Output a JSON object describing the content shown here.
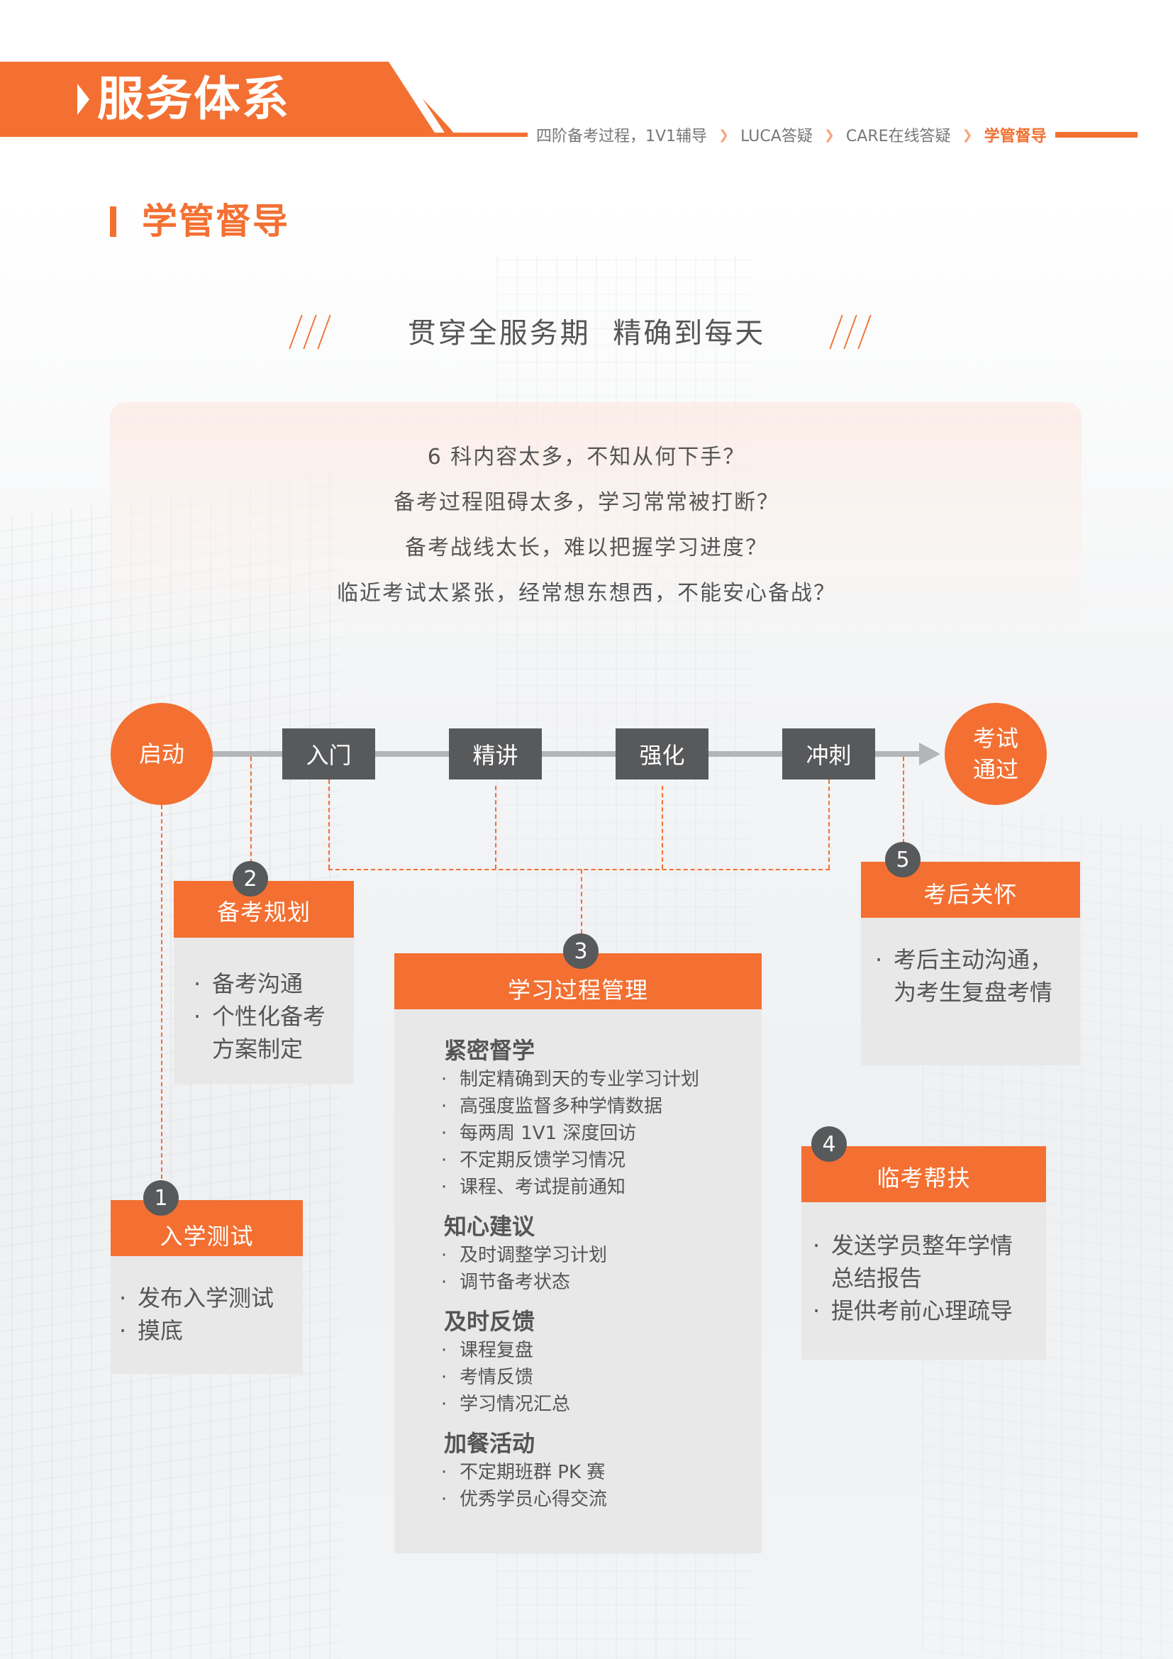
{
  "header": {
    "title": "服务体系",
    "breadcrumb": [
      {
        "label": "四阶备考过程，1V1辅导",
        "active": false
      },
      {
        "label": "LUCA答疑",
        "active": false
      },
      {
        "label": "CARE在线答疑",
        "active": false
      },
      {
        "label": "学管督导",
        "active": true
      }
    ],
    "separator_icon": "chevron-right-icon"
  },
  "section": {
    "title": "学管督导",
    "slogan": "贯穿全服务期  精确到每天"
  },
  "questions": [
    "6 科内容太多，不知从何下手？",
    "备考过程阻碍太多，学习常常被打断？",
    "备考战线太长，难以把握学习进度？",
    "临近考试太紧张，经常想东想西，不能安心备战？"
  ],
  "timeline": {
    "start": "启动",
    "stages": [
      "入门",
      "精讲",
      "强化",
      "冲刺"
    ],
    "end_line1": "考试",
    "end_line2": "通过"
  },
  "cards": {
    "entrance_test": {
      "number": "1",
      "title": "入学测试",
      "items": [
        "发布入学测试",
        "摸底"
      ]
    },
    "exam_planning": {
      "number": "2",
      "title": "备考规划",
      "items": [
        "备考沟通",
        "个性化备考方案制定"
      ]
    },
    "process_management": {
      "number": "3",
      "title": "学习过程管理",
      "groups": [
        {
          "title": "紧密督学",
          "items": [
            "制定精确到天的专业学习计划",
            "高强度监督多种学情数据",
            "每两周 1V1 深度回访",
            "不定期反馈学习情况",
            "课程、考试提前通知"
          ]
        },
        {
          "title": "知心建议",
          "items": [
            "及时调整学习计划",
            "调节备考状态"
          ]
        },
        {
          "title": "及时反馈",
          "items": [
            "课程复盘",
            "考情反馈",
            "学习情况汇总"
          ]
        },
        {
          "title": "加餐活动",
          "items": [
            "不定期班群 PK 赛",
            "优秀学员心得交流"
          ]
        }
      ]
    },
    "pre_exam_support": {
      "number": "4",
      "title": "临考帮扶",
      "items": [
        "发送学员整年学情总结报告",
        "提供考前心理疏导"
      ]
    },
    "post_exam_care": {
      "number": "5",
      "title": "考后关怀",
      "items": [
        "考后主动沟通，为考生复盘考情"
      ]
    }
  },
  "colors": {
    "accent": "#f37032",
    "dark": "#58595b",
    "card_bg": "#e8e8e9",
    "track": "#b4b5b6",
    "text": "#555555"
  }
}
